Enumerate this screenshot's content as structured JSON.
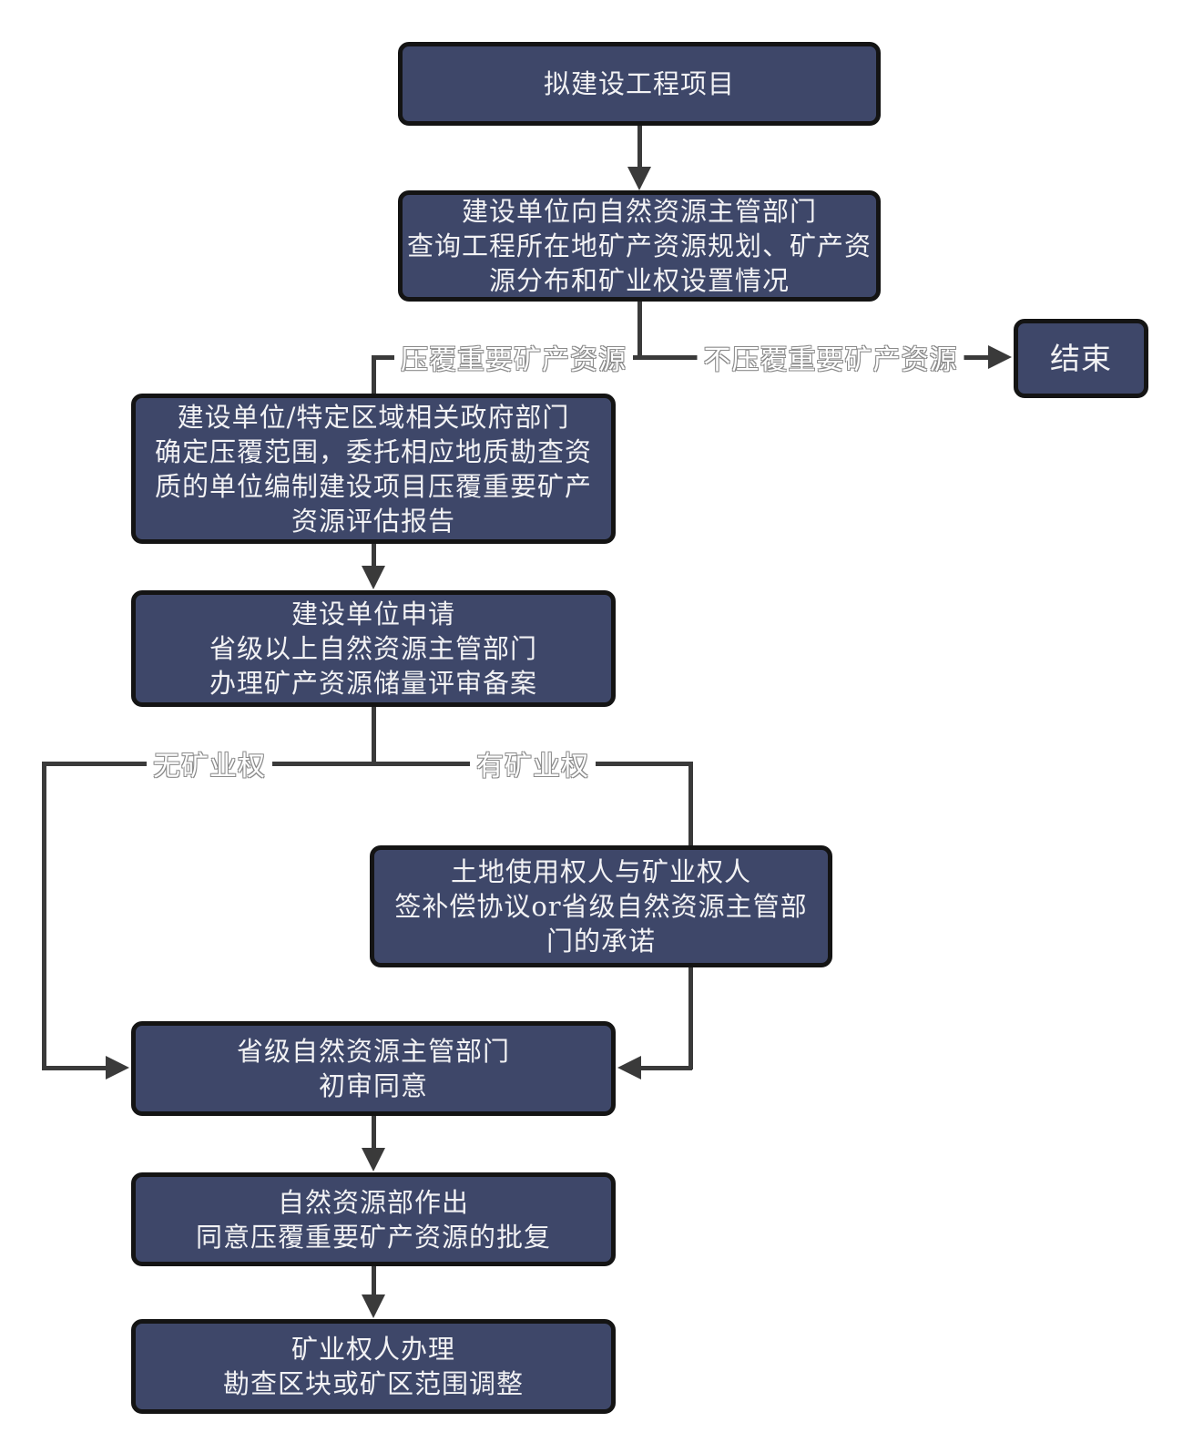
{
  "colors": {
    "node_fill": "#3e4769",
    "node_border": "#141414",
    "node_text": "#f2f2f4",
    "connector": "#3a3a3a",
    "label_text": "#ffffff",
    "label_outline": "#8a8a8a",
    "page_bg": "#ffffff"
  },
  "nodes": {
    "proposed_project": {
      "lines": [
        "拟建设工程项目"
      ]
    },
    "query_mineral_info": {
      "lines": [
        "建设单位向自然资源主管部门",
        "查询工程所在地矿产资源规划、矿产资",
        "源分布和矿业权设置情况"
      ]
    },
    "end": {
      "lines": [
        "结束"
      ]
    },
    "prepare_evaluation_report": {
      "lines": [
        "建设单位/特定区域相关政府部门",
        "确定压覆范围，委托相应地质勘查资",
        "质的单位编制建设项目压覆重要矿产",
        "资源评估报告"
      ]
    },
    "reserve_review_filing": {
      "lines": [
        "建设单位申请",
        "省级以上自然资源主管部门",
        "办理矿产资源储量评审备案"
      ]
    },
    "compensation_agreement": {
      "lines": [
        "土地使用权人与矿业权人",
        "签补偿协议or省级自然资源主管部",
        "门的承诺"
      ]
    },
    "provincial_preliminary_approval": {
      "lines": [
        "省级自然资源主管部门",
        "初审同意"
      ]
    },
    "mnr_approval_reply": {
      "lines": [
        "自然资源部作出",
        "同意压覆重要矿产资源的批复"
      ]
    },
    "mining_area_adjustment": {
      "lines": [
        "矿业权人办理",
        "勘查区块或矿区范围调整"
      ]
    }
  },
  "edge_labels": {
    "covers_important_minerals": "压覆重要矿产资源",
    "not_covers_important_minerals": "不压覆重要矿产资源",
    "no_mining_right": "无矿业权",
    "has_mining_right": "有矿业权"
  }
}
